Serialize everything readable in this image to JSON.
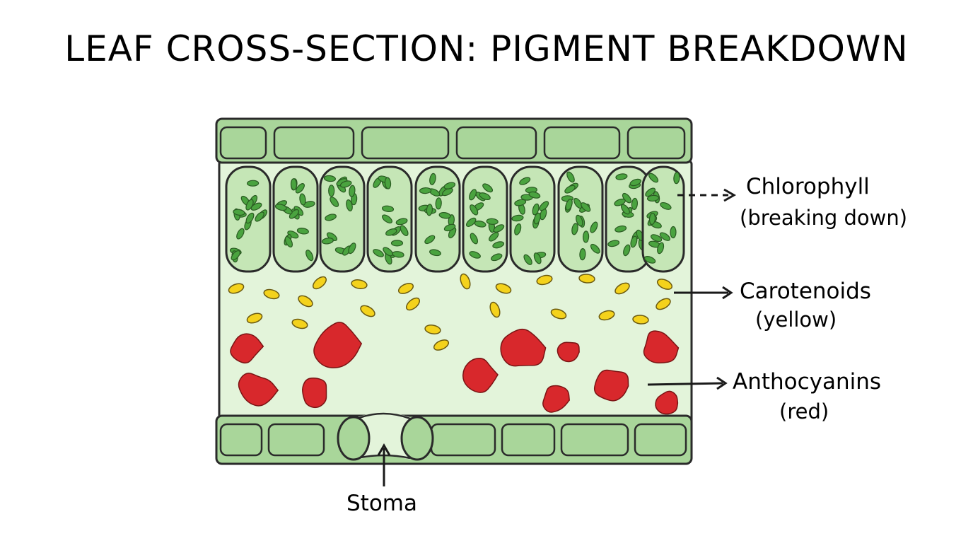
{
  "title": "LEAF CROSS-SECTION: PIGMENT BREAKDOWN",
  "labels": {
    "chlorophyll": {
      "name": "Chlorophyll",
      "note": "(breaking down)"
    },
    "carotenoids": {
      "name": "Carotenoids",
      "note": "(yellow)"
    },
    "anthocyanins": {
      "name": "Anthocyanins",
      "note": "(red)"
    },
    "stoma": "Stoma"
  },
  "colors": {
    "epidermis_fill": "#a9d69a",
    "cell_fill": "#c5e6b6",
    "interior_fill": "#e3f4da",
    "chloroplast": "#4aa33f",
    "carotenoid": "#f4d21c",
    "anthocyanin": "#d8282c",
    "outline": "#2a2a2a"
  },
  "icons": [
    "dashed-arrow-icon",
    "arrow-right-icon",
    "arrow-up-icon"
  ]
}
